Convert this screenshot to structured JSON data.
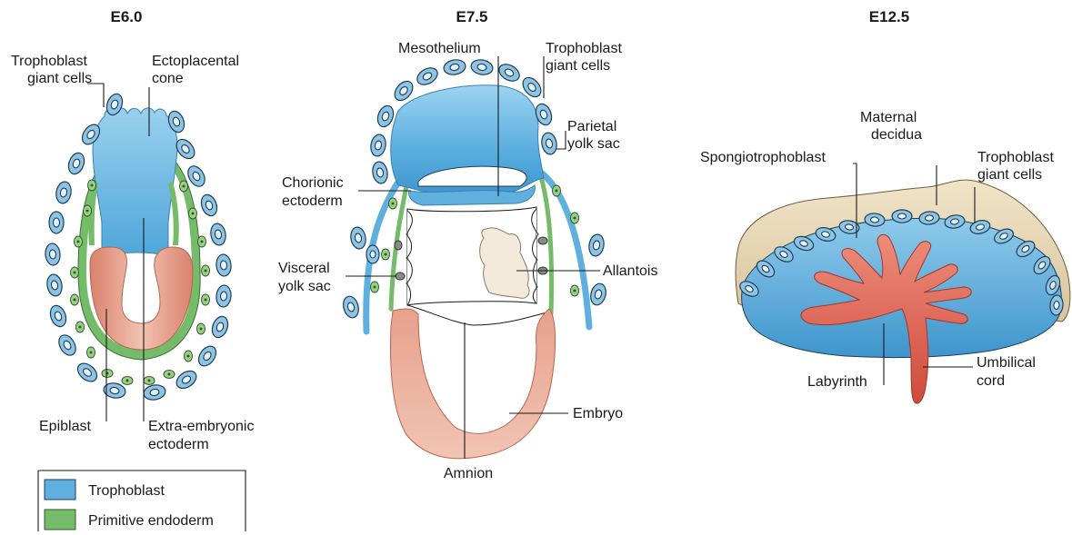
{
  "titles": {
    "e60": "E6.0",
    "e75": "E7.5",
    "e125": "E12.5"
  },
  "labels": {
    "e60": {
      "tgc": [
        "Trophoblast",
        "giant cells"
      ],
      "epc": [
        "Ectoplacental",
        "cone"
      ],
      "epiblast": "Epiblast",
      "exe": [
        "Extra-embryonic",
        "ectoderm"
      ]
    },
    "e75": {
      "meso": "Mesothelium",
      "tgc": [
        "Trophoblast",
        "giant cells"
      ],
      "pys": [
        "Parietal",
        "yolk sac"
      ],
      "chorion": [
        "Chorionic",
        "ectoderm"
      ],
      "vys": [
        "Visceral",
        "yolk sac"
      ],
      "allantois": "Allantois",
      "embryo": "Embryo",
      "amnion": "Amnion"
    },
    "e125": {
      "decidua": [
        "Maternal",
        "decidua"
      ],
      "spongio": "Spongiotrophoblast",
      "tgc": [
        "Trophoblast",
        "giant cells"
      ],
      "labyrinth": "Labyrinth",
      "cord": [
        "Umbilical",
        "cord"
      ]
    }
  },
  "legend": [
    {
      "label": "Trophoblast",
      "color": "#5fb0df"
    },
    {
      "label": "Primitive endoderm",
      "color": "#74bb6a"
    }
  ],
  "colors": {
    "trophoblast": "#5fb0df",
    "endoderm": "#74bb6a",
    "epiblast": "#e2927c",
    "decidua": "#e3d2b0",
    "labyrinth": "#d95c4a",
    "allantois": "#f3eadb"
  }
}
